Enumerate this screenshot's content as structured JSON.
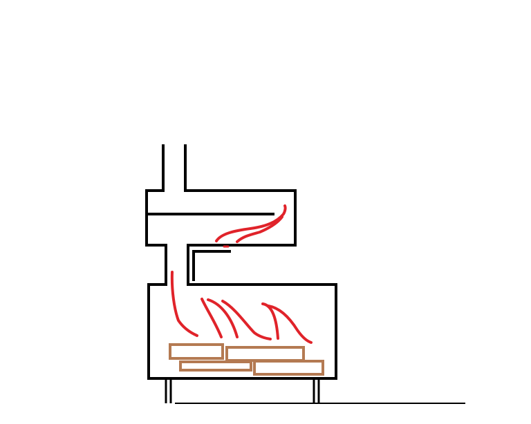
{
  "colors": {
    "background": "#ffffff",
    "outline": "#000000",
    "flame": "#e0232a",
    "wood": "#b47a52"
  },
  "parts": {
    "chimney_pipe": "chimney-pipe",
    "upper_chamber": "upper-heat-chamber",
    "connector_pipe": "connector-pipe",
    "firebox": "firebox",
    "legs": "stove-legs",
    "floor": "floor-line",
    "flames": "flames",
    "logs": "firewood-logs"
  },
  "counts": {
    "flames_in_firebox": 5,
    "flames_in_upper_chamber": 2,
    "logs": 4,
    "legs": 2
  }
}
